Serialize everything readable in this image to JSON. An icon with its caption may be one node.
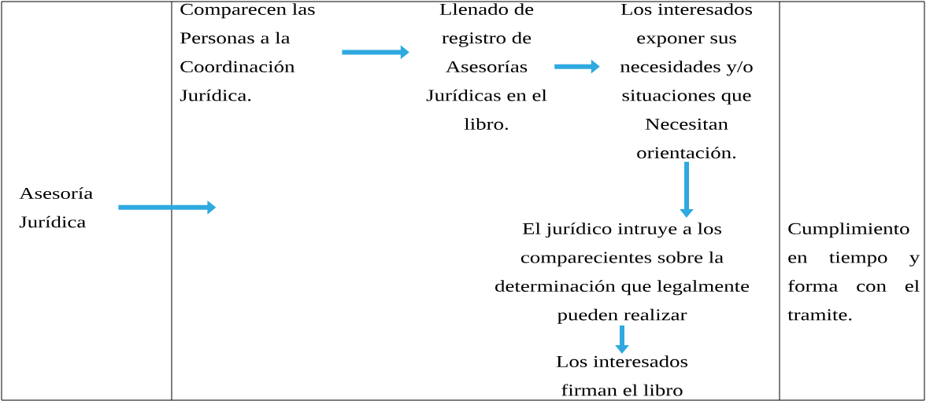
{
  "diagram": {
    "nodes": [
      {
        "text": [
          "Asesoría Jurídica"
        ]
      },
      {
        "text": [
          "Comparecen las Personas a la Coordinación Jurídica."
        ]
      },
      {
        "text": [
          "Llenado de registro de Asesorías Jurídicas en el libro."
        ]
      },
      {
        "text": [
          "Los interesados exponer sus necesidades y/o situaciones que Necesitan orientación."
        ]
      },
      {
        "text": [
          "El jurídico intruye a los comparecientes sobre la determinación que legalmente pueden realizar"
        ]
      },
      {
        "text": [
          "Los interesados firman el libro"
        ]
      },
      {
        "text": [
          "Cumplimiento en tiempo y forma con el tramite."
        ]
      }
    ],
    "edges": [
      {
        "from": 0,
        "to": null,
        "arrow": "to"
      },
      {
        "from": 1,
        "to": 2,
        "arrow": "to"
      },
      {
        "from": 2,
        "to": 3,
        "arrow": "to"
      },
      {
        "from": 3,
        "to": 4,
        "arrow": "to"
      },
      {
        "from": 4,
        "to": 5,
        "arrow": "to"
      }
    ]
  }
}
